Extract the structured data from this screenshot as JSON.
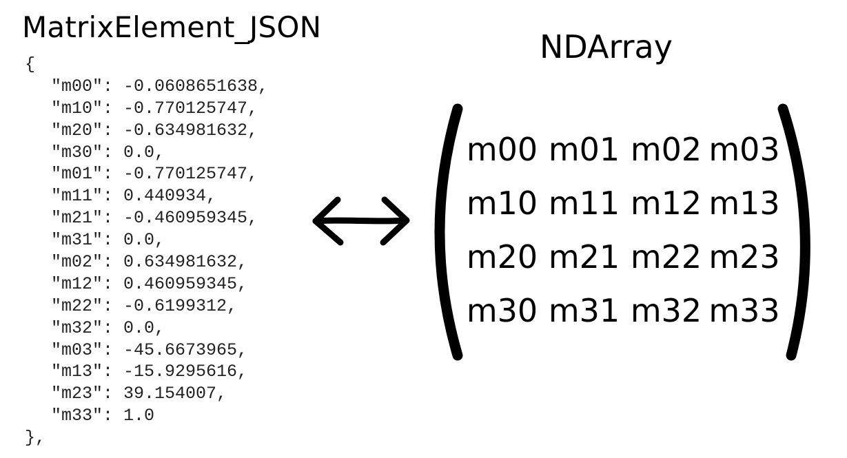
{
  "left_title": "MatrixElement_JSON",
  "right_title": "NDArray",
  "json": {
    "open": "{",
    "close": "},",
    "entries": [
      "\"m00\": -0.0608651638,",
      "\"m10\": -0.770125747,",
      "\"m20\": -0.634981632,",
      "\"m30\": 0.0,",
      "\"m01\": -0.770125747,",
      "\"m11\": 0.440934,",
      "\"m21\": -0.460959345,",
      "\"m31\": 0.0,",
      "\"m02\": 0.634981632,",
      "\"m12\": 0.460959345,",
      "\"m22\": -0.6199312,",
      "\"m32\": 0.0,",
      "\"m03\": -45.6673965,",
      "\"m13\": -15.9295616,",
      "\"m23\": 39.154007,",
      "\"m33\": 1.0"
    ]
  },
  "arrow_icon": "double-headed-arrow",
  "matrix": {
    "rows": [
      [
        "m00",
        "m01",
        "m02",
        "m03"
      ],
      [
        "m10",
        "m11",
        "m12",
        "m13"
      ],
      [
        "m20",
        "m21",
        "m22",
        "m23"
      ],
      [
        "m30",
        "m31",
        "m32",
        "m33"
      ]
    ]
  }
}
